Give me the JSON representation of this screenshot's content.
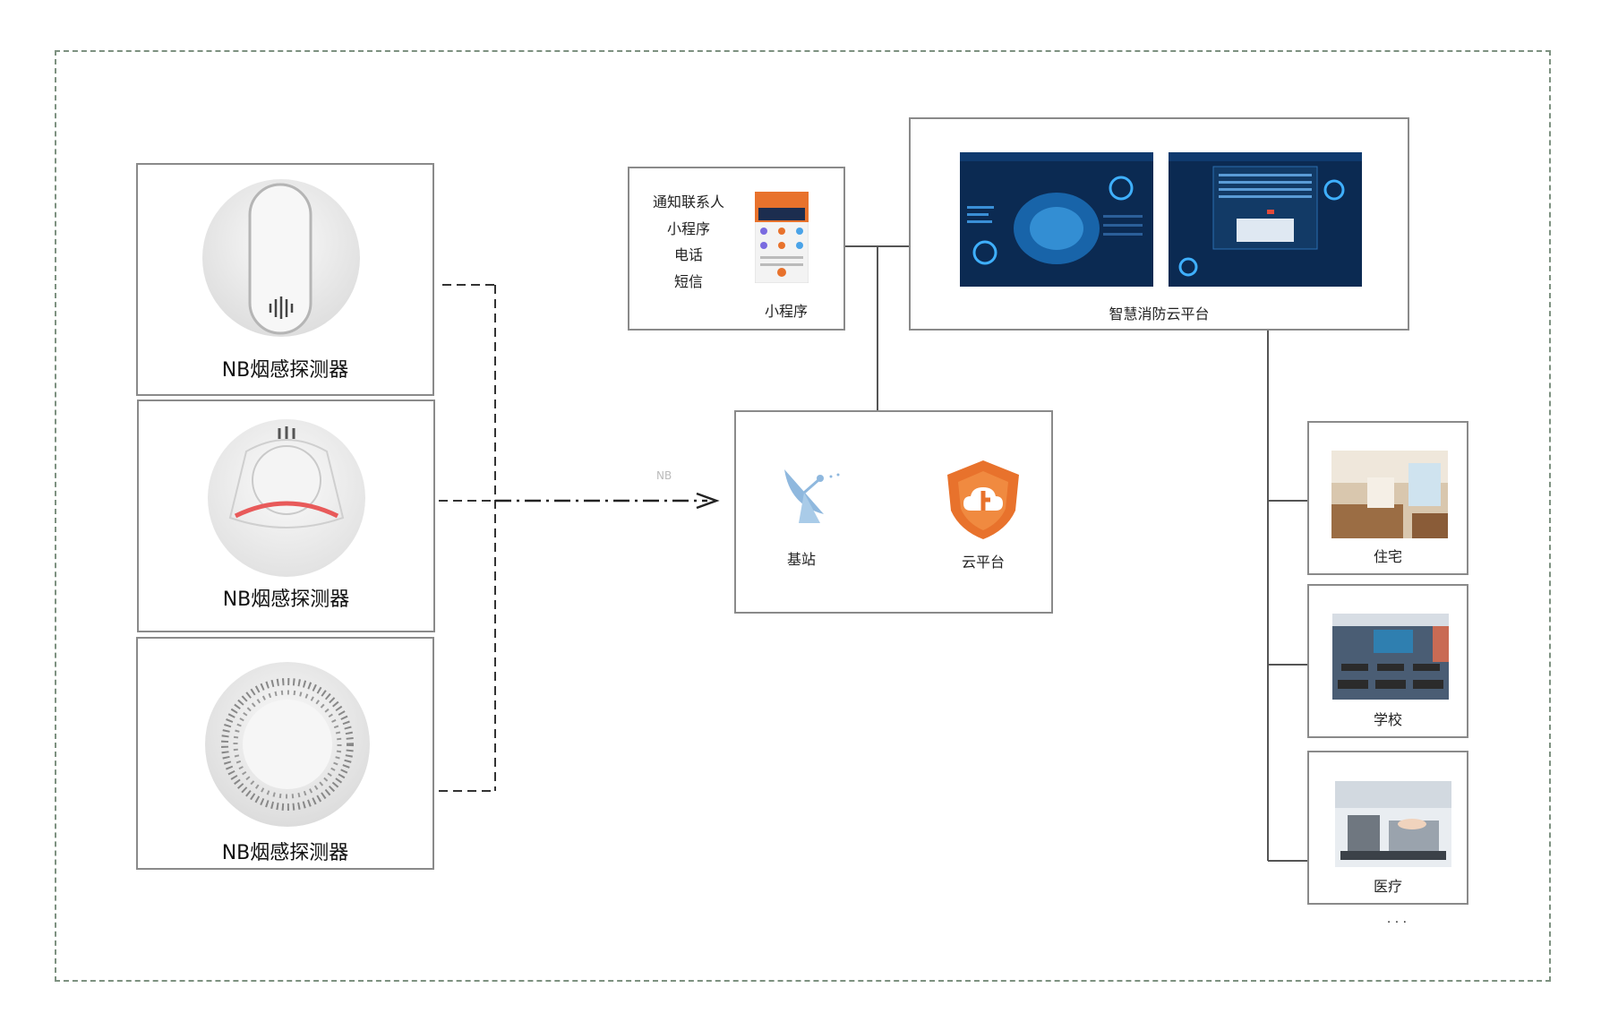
{
  "detectors": [
    {
      "label": "NB烟感探测器"
    },
    {
      "label": "NB烟感探测器"
    },
    {
      "label": "NB烟感探测器"
    }
  ],
  "notify": {
    "items": [
      "通知联系人",
      "小程序",
      "电话",
      "短信"
    ],
    "caption": "小程序"
  },
  "cloud_platform": {
    "caption": "智慧消防云平台"
  },
  "network": {
    "link_label": "NB",
    "base_station": "基站",
    "cloud": "云平台"
  },
  "scenes": [
    {
      "label": "住宅"
    },
    {
      "label": "学校"
    },
    {
      "label": "医疗"
    }
  ],
  "more": "· · ·",
  "colors": {
    "frame": "#7d9180",
    "shield": "#e8722c",
    "dish": "#8fb8de",
    "screen": "#0b2a52"
  }
}
